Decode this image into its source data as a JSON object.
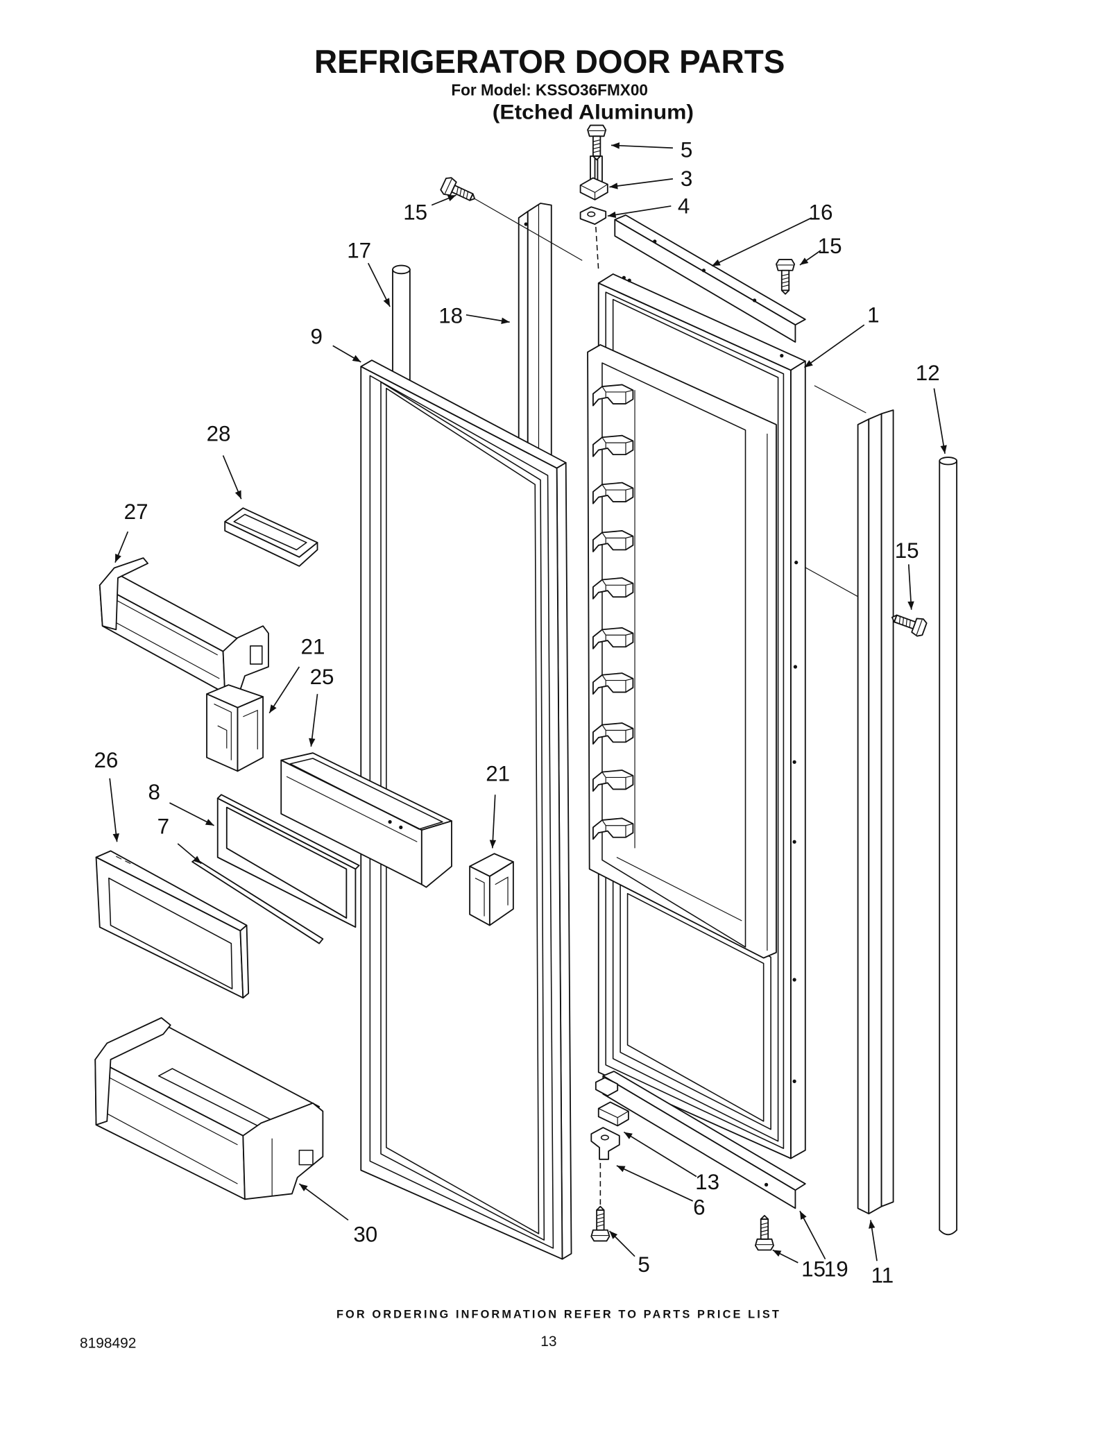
{
  "header": {
    "title": "REFRIGERATOR DOOR PARTS",
    "model_line": "For Model: KSSO36FMX00",
    "finish_line": "(Etched Aluminum)"
  },
  "callouts": [
    "5",
    "3",
    "4",
    "16",
    "15",
    "15",
    "17",
    "18",
    "1",
    "9",
    "12",
    "28",
    "27",
    "15",
    "21",
    "25",
    "26",
    "21",
    "8",
    "7",
    "13",
    "6",
    "30",
    "19",
    "11",
    "5",
    "15"
  ],
  "footer": {
    "ordering_note": "FOR ORDERING INFORMATION REFER TO PARTS PRICE LIST",
    "document_number": "8198492",
    "page_number": "13"
  }
}
